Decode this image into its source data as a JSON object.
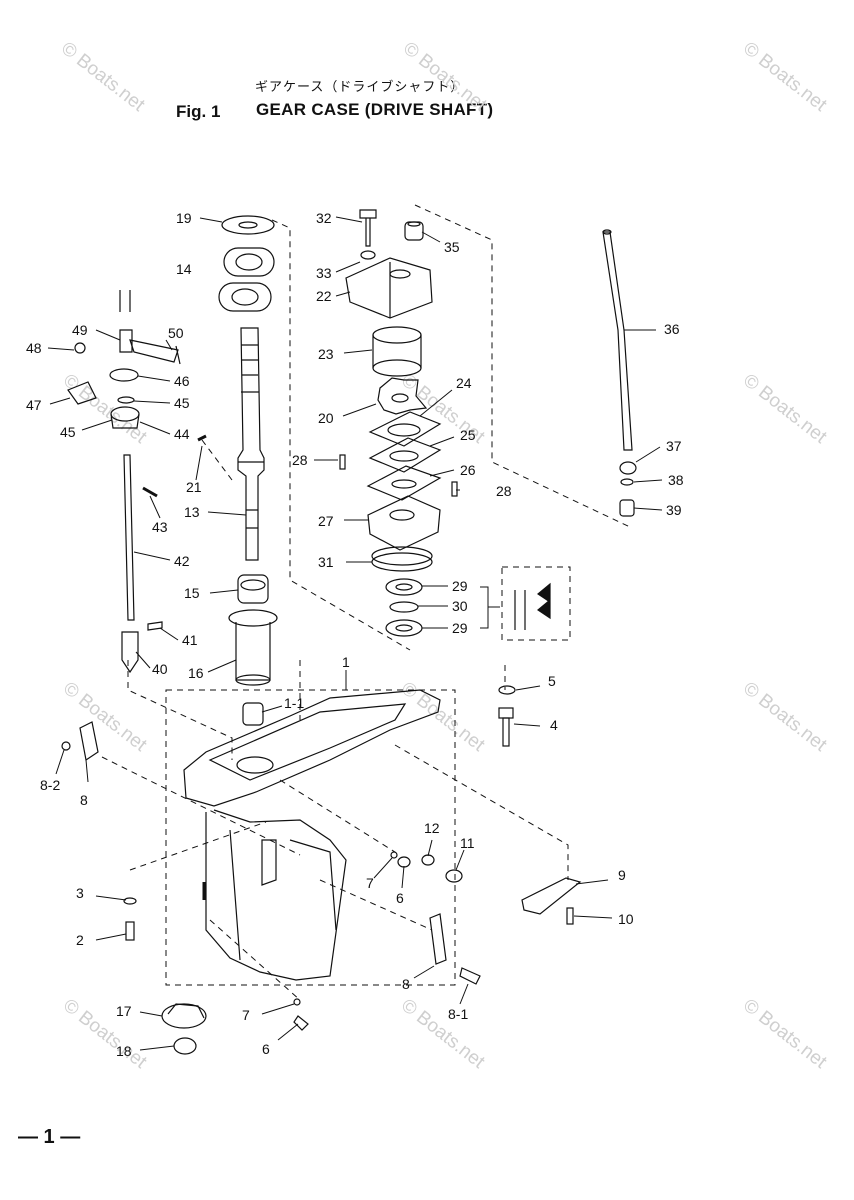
{
  "header": {
    "japanese_title": "ギアケース（ドライブシャフト）",
    "fig_label": "Fig. 1",
    "fig_title": "GEAR CASE   (DRIVE SHAFT)"
  },
  "footer": {
    "page_number": "— 1 —"
  },
  "watermark": "© Boats.net",
  "callouts": [
    "19",
    "14",
    "32",
    "35",
    "33",
    "22",
    "36",
    "49",
    "50",
    "48",
    "46",
    "47",
    "45",
    "45",
    "44",
    "23",
    "24",
    "20",
    "25",
    "37",
    "38",
    "39",
    "28",
    "26",
    "28",
    "27",
    "21",
    "13",
    "43",
    "42",
    "31",
    "15",
    "29",
    "30",
    "29",
    "41",
    "40",
    "16",
    "1",
    "5",
    "1-1",
    "4",
    "8-2",
    "8",
    "12",
    "11",
    "7",
    "6",
    "9",
    "3",
    "10",
    "2",
    "8",
    "8-1",
    "17",
    "7",
    "18",
    "6"
  ]
}
